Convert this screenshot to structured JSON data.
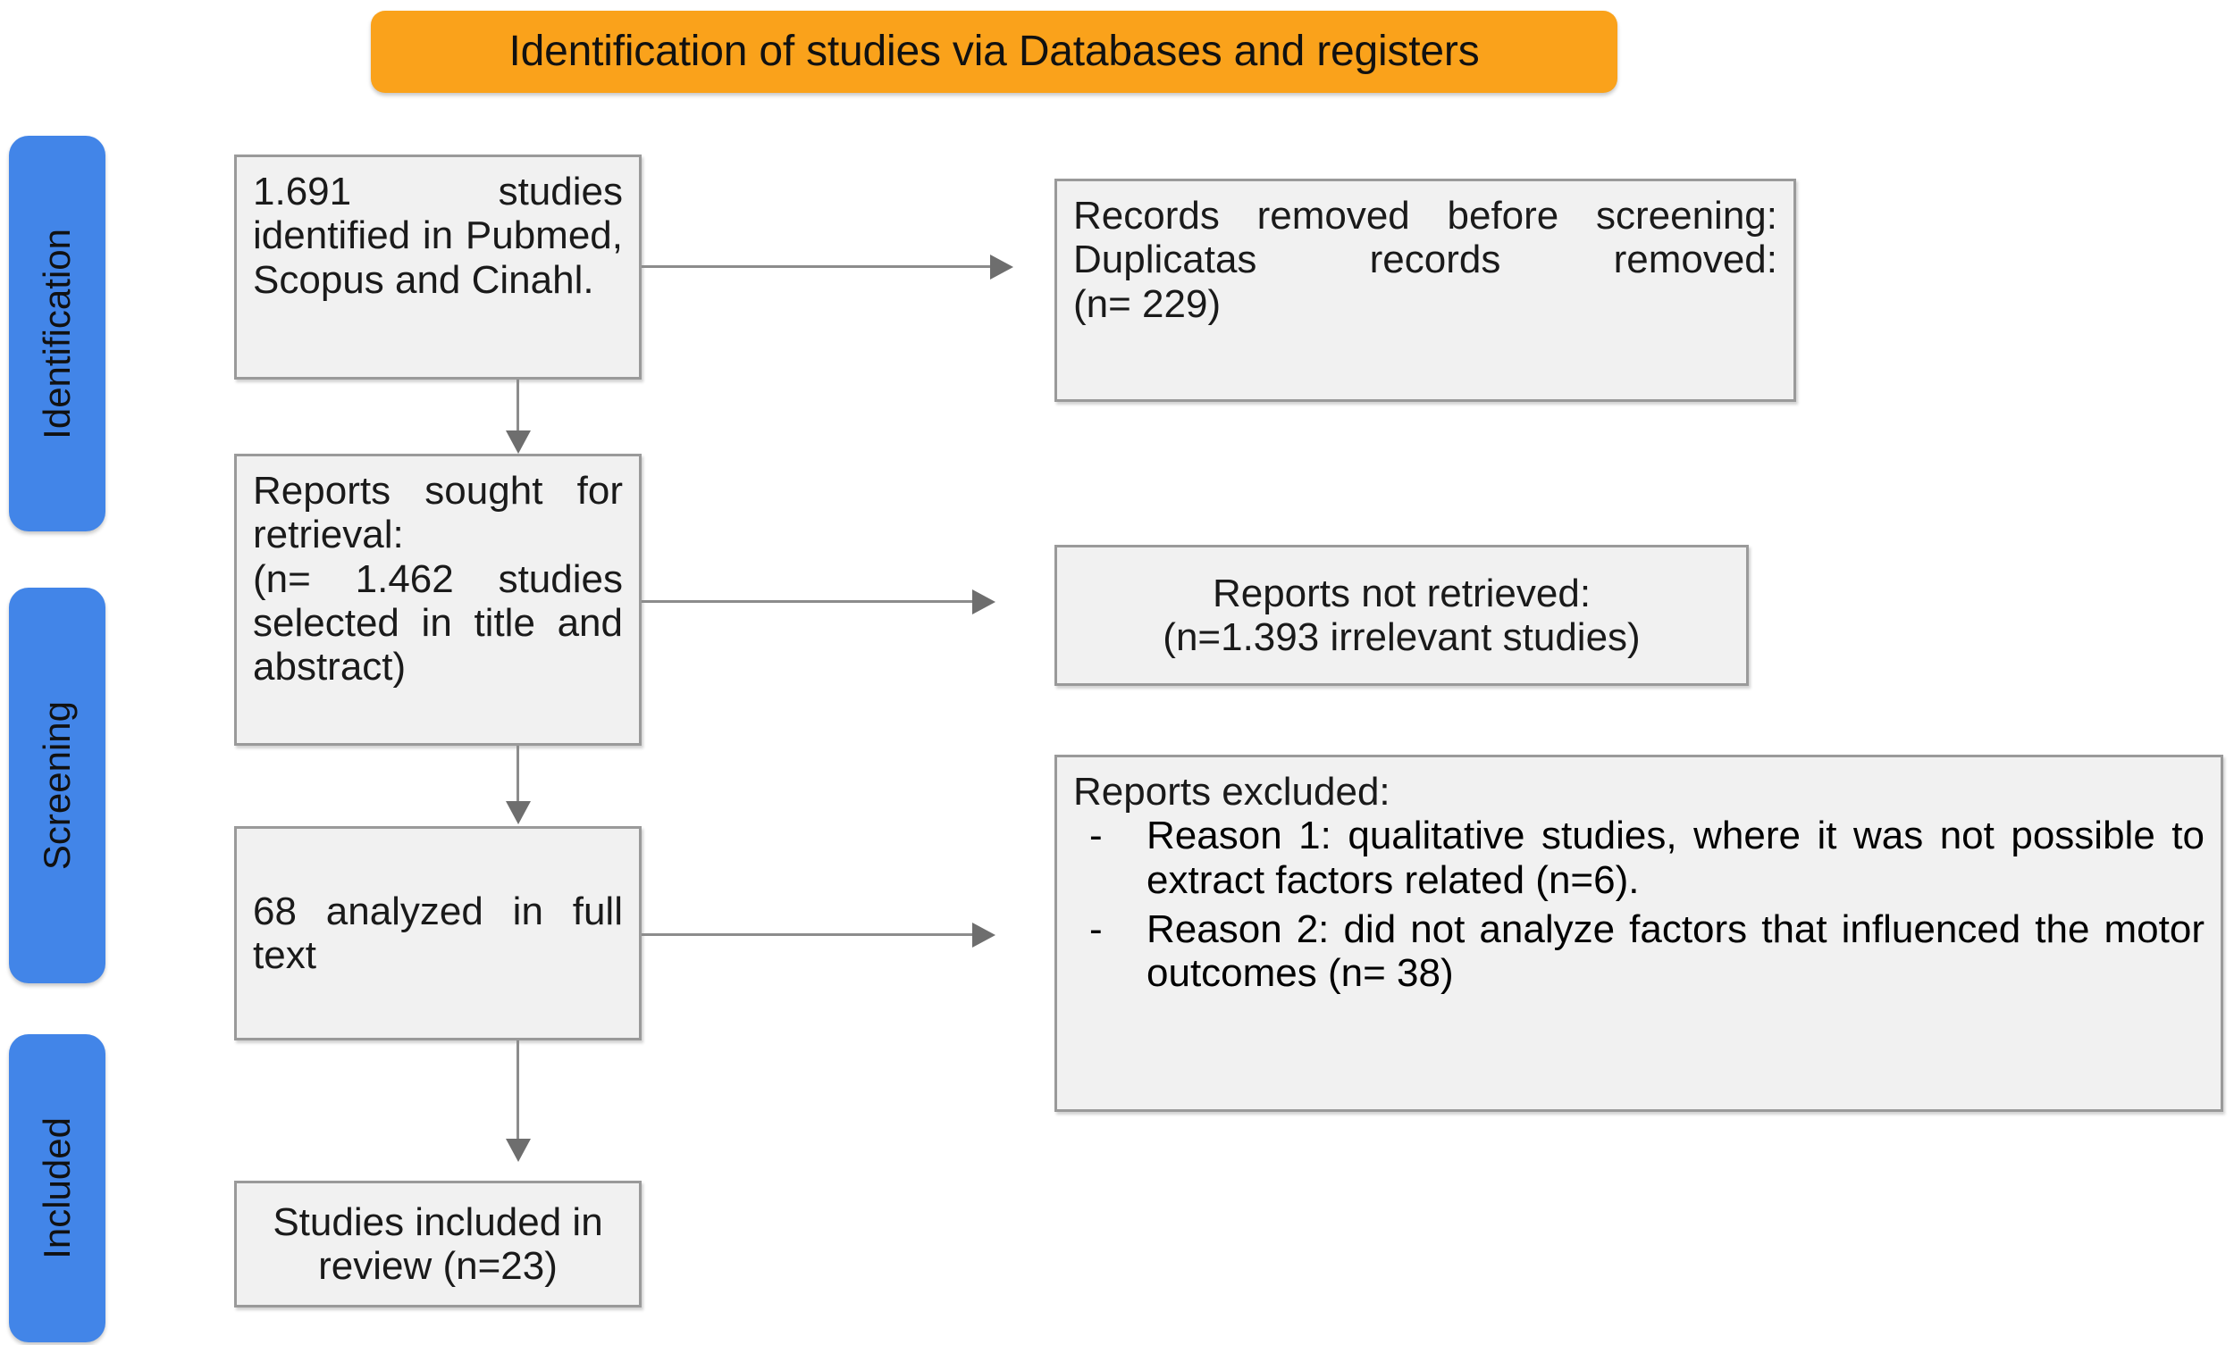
{
  "banner": {
    "title": "Identification of studies via Databases and registers",
    "color": "#FAA21B"
  },
  "stages": [
    {
      "id": "identification",
      "label": "Identification",
      "color": "#4285E8"
    },
    {
      "id": "screening",
      "label": "Screening",
      "color": "#4285E8"
    },
    {
      "id": "included",
      "label": "Included",
      "color": "#4285E8"
    }
  ],
  "flow": {
    "identified": {
      "line1": "1.691 studies identified in Pubmed, Scopus and Cinahl."
    },
    "removed": {
      "line1": "Records removed before screening:",
      "line2": "Duplicatas records removed:",
      "line3": "(n= 229)"
    },
    "sought": {
      "line1": "Reports sought for retrieval:",
      "line2": "(n= 1.462 studies selected in title and abstract)"
    },
    "not_retrieved": {
      "line1": "Reports not retrieved:",
      "line2": "(n=1.393 irrelevant studies)"
    },
    "fulltext": {
      "line1": "68 analyzed in full text"
    },
    "excluded": {
      "title": "Reports excluded:",
      "bullet": "-",
      "reasons": [
        "Reason 1: qualitative studies, where  it was not possible to extract factors related (n=6).",
        "Reason 2: did not analyze factors that influenced the motor outcomes (n= 38)"
      ]
    },
    "included": {
      "line1": "Studies included in review (n=23)"
    }
  },
  "colors": {
    "box_fill": "#F1F1F1",
    "box_border": "#9A9A9A",
    "connector": "#8C8C8C",
    "arrow": "#6E6E6E"
  }
}
